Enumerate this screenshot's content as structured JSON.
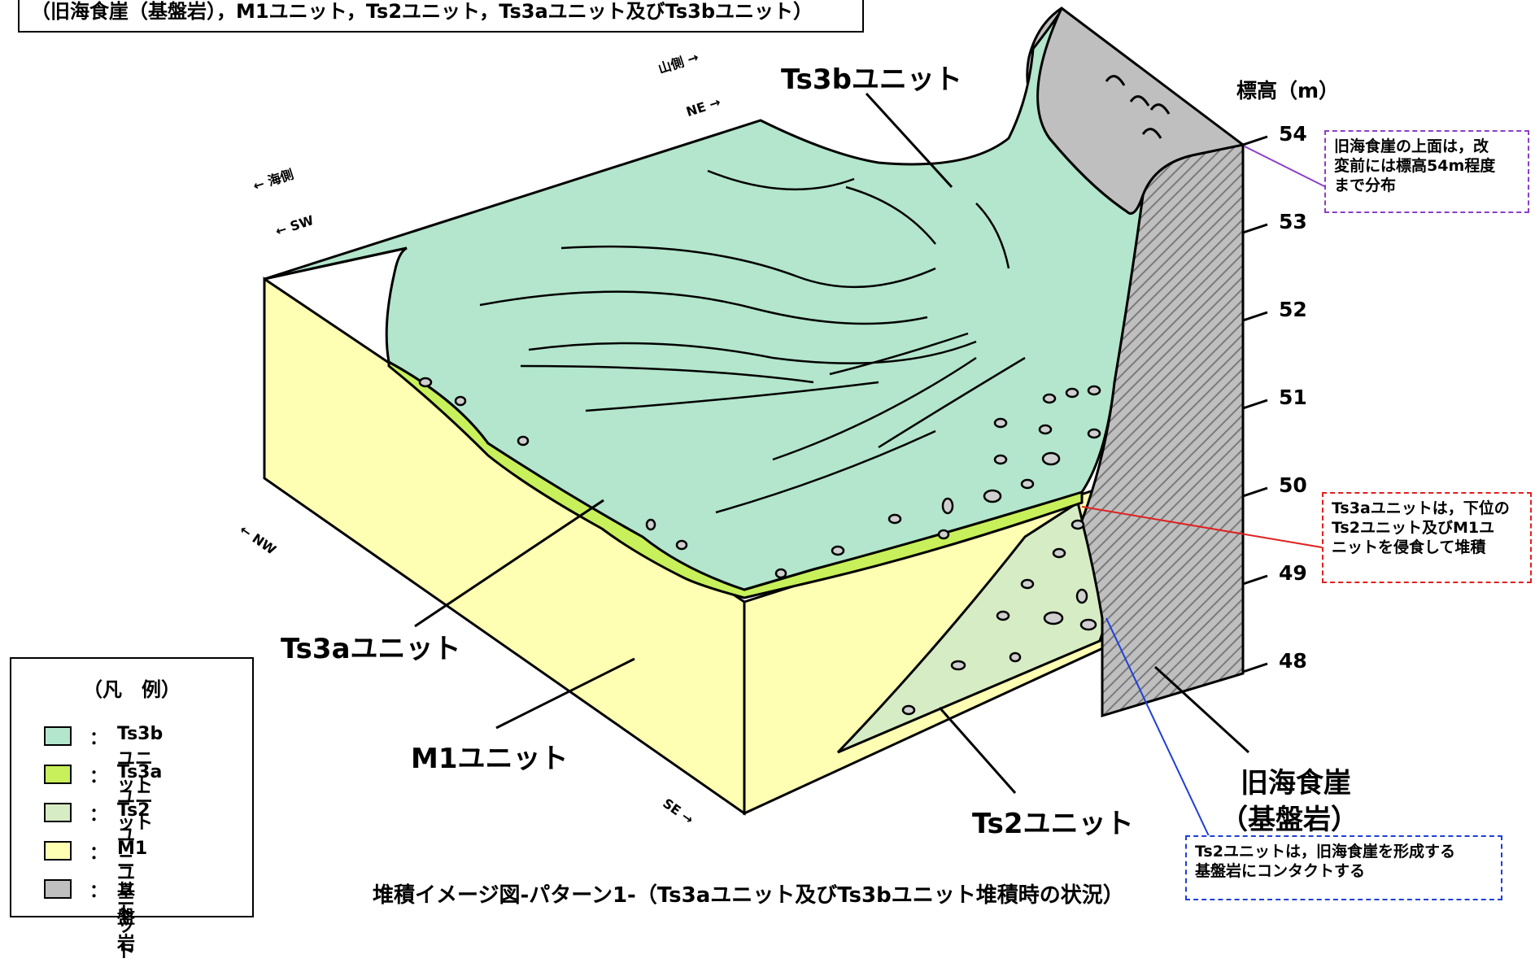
{
  "title": "（旧海食崖（基盤岩），M1ユニット，Ts2ユニット，Ts3aユニット及びTs3bユニット）",
  "caption": "堆積イメージ図-パターン1-（Ts3aユニット及びTs3bユニット堆積時の状況）",
  "directions": {
    "mountain": "山側 →",
    "ne": "NE →",
    "sea": "← 海側",
    "sw": "← SW",
    "nw": "← NW",
    "se": "SE →"
  },
  "unit_labels": {
    "ts3b": "Ts3bユニット",
    "ts3a": "Ts3aユニット",
    "m1": "M1ユニット",
    "ts2": "Ts2ユニット",
    "cliff_line1": "旧海食崖",
    "cliff_line2": "（基盤岩）"
  },
  "elevation": {
    "title": "標高（m）",
    "ticks": [
      "54",
      "53",
      "52",
      "51",
      "50",
      "49",
      "48"
    ]
  },
  "notes": {
    "cliff_top": [
      "旧海食崖の上面は，改",
      "変前には標高54m程度",
      "まで分布"
    ],
    "ts3a": [
      "Ts3aユニットは，下位の",
      "Ts2ユニット及びM1ユ",
      "ニットを侵食して堆積"
    ],
    "ts2": [
      "Ts2ユニットは，旧海食崖を形成する",
      "基盤岩にコンタクトする"
    ]
  },
  "legend": {
    "title": "（凡　例）",
    "separator": "：",
    "items": [
      {
        "label": "Ts3bユニット",
        "color": "#b3e6cc"
      },
      {
        "label": "Ts3aユニット",
        "color": "#c8f05a"
      },
      {
        "label": "Ts2ユニット",
        "color": "#d6ecc4"
      },
      {
        "label": "M1ユニット",
        "color": "#ffffb3"
      },
      {
        "label": "基盤岩",
        "color": "#bfbfbf"
      }
    ]
  },
  "colors": {
    "ts3b": "#b3e6cc",
    "ts3a": "#c8f05a",
    "ts2": "#d6ecc4",
    "m1": "#ffffb3",
    "bedrock": "#bfbfbf",
    "note_purple": "#8b3fc6",
    "note_red": "#e02020",
    "note_blue": "#1f3fd8"
  }
}
